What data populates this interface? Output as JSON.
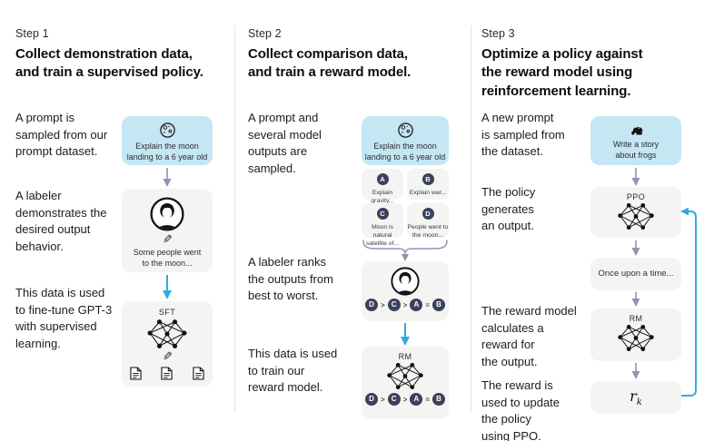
{
  "palette": {
    "prompt_box_blue": "#c5e6f3",
    "box_gray": "#f4f4f2",
    "arrow_blue": "#31aae3",
    "connector_purple": "#9193af",
    "badge_navy": "#3b415a",
    "divider_gray": "#e3e3e3"
  },
  "columns": [
    {
      "step_label": "Step 1",
      "title": "Collect demonstration data,\nand train a supervised policy.",
      "paragraphs": [
        "A prompt is\nsampled from our\nprompt dataset.",
        "A labeler\ndemonstrates the\ndesired output\nbehavior.",
        "This data is used\nto fine-tune GPT-3\nwith supervised\nlearning."
      ],
      "diagram": {
        "prompt_text": "Explain the moon\nlanding to a 6 year old",
        "labeler_caption": "Some people went\nto the moon...",
        "model_label": "SFT"
      }
    },
    {
      "step_label": "Step 2",
      "title": "Collect comparison data,\nand train a reward model.",
      "paragraphs": [
        "A prompt and\nseveral model\noutputs are\nsampled.",
        "A labeler ranks\nthe outputs from\nbest to worst.",
        "This data is used\nto train our\nreward model."
      ],
      "diagram": {
        "prompt_text": "Explain the moon\nlanding to a 6 year old",
        "outputs": [
          {
            "letter": "A",
            "text": "Explain gravity..."
          },
          {
            "letter": "B",
            "text": "Explain war..."
          },
          {
            "letter": "C",
            "text": "Moon is natural\nsatellite of..."
          },
          {
            "letter": "D",
            "text": "People went to\nthe moon..."
          }
        ],
        "ranking": {
          "tokens": [
            "D",
            ">",
            "C",
            ">",
            "A",
            "=",
            "B"
          ]
        },
        "model_label": "RM"
      }
    },
    {
      "step_label": "Step 3",
      "title": "Optimize a policy against\nthe reward model using\nreinforcement learning.",
      "paragraphs": [
        "A new prompt\nis sampled from\nthe dataset.",
        "The policy\ngenerates\nan output.",
        "The reward model\ncalculates a\nreward for\nthe output.",
        "The reward is\nused to update\nthe policy\nusing PPO."
      ],
      "diagram": {
        "prompt_text": "Write a story\nabout frogs",
        "policy_label": "PPO",
        "output_text": "Once upon a time...",
        "model_label": "RM",
        "reward_base": "r",
        "reward_sub": "k"
      }
    }
  ]
}
